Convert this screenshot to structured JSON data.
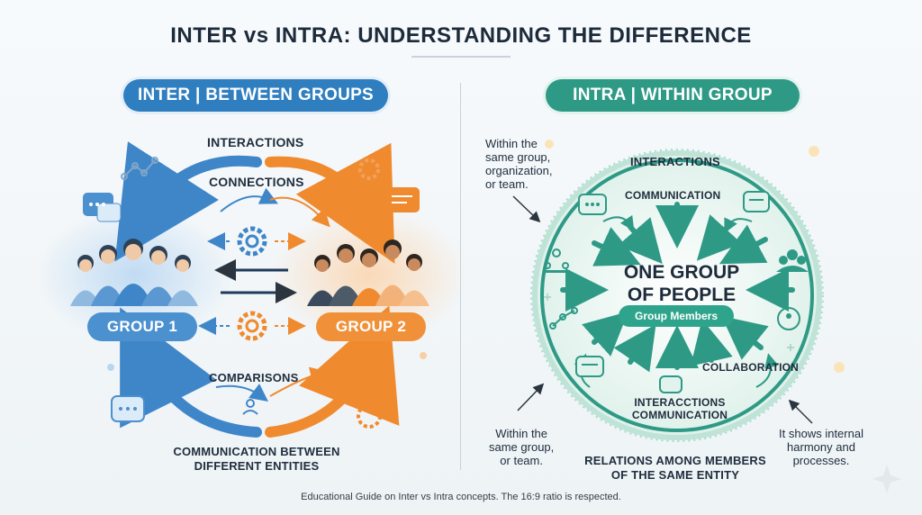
{
  "title": "INTER vs INTRA: UNDERSTANDING THE DIFFERENCE",
  "inter": {
    "header": "INTER | BETWEEN GROUPS",
    "group1": "GROUP 1",
    "group2": "GROUP 2",
    "interactions": "INTERACTIONS",
    "connections": "CONNECTIONS",
    "comparisons": "COMPARISONS",
    "caption_line1": "COMMUNICATION BETWEEN",
    "caption_line2": "DIFFERENT ENTITIES"
  },
  "intra": {
    "header": "INTRA | WITHIN GROUP",
    "note_top_1": "Within the",
    "note_top_2": "same group,",
    "note_top_3": "organization,",
    "note_top_4": "or team.",
    "interactions": "INTERACTIONS",
    "communication": "COMMUNICATION",
    "center_line1": "ONE GROUP",
    "center_line2": "OF PEOPLE",
    "members": "Group Members",
    "collaboration": "COLLABORATION",
    "bottom_line1": "INTERACCTIONS",
    "bottom_line2": "COMMUNICATION",
    "note_bl_1": "Within the",
    "note_bl_2": "same group,",
    "note_bl_3": "or team.",
    "caption_line1": "RELATIONS AMONG MEMBERS",
    "caption_line2": "OF THE SAME ENTITY",
    "note_br_1": "It shows internal",
    "note_br_2": "harmony and",
    "note_br_3": "processes."
  },
  "footer": "Educational Guide on Inter vs Intra concepts. The 16:9 ratio is respected.",
  "colors": {
    "blue": "#4b90cf",
    "orange": "#f0913a",
    "teal": "#2e9a86",
    "dark": "#1c2a3a"
  }
}
